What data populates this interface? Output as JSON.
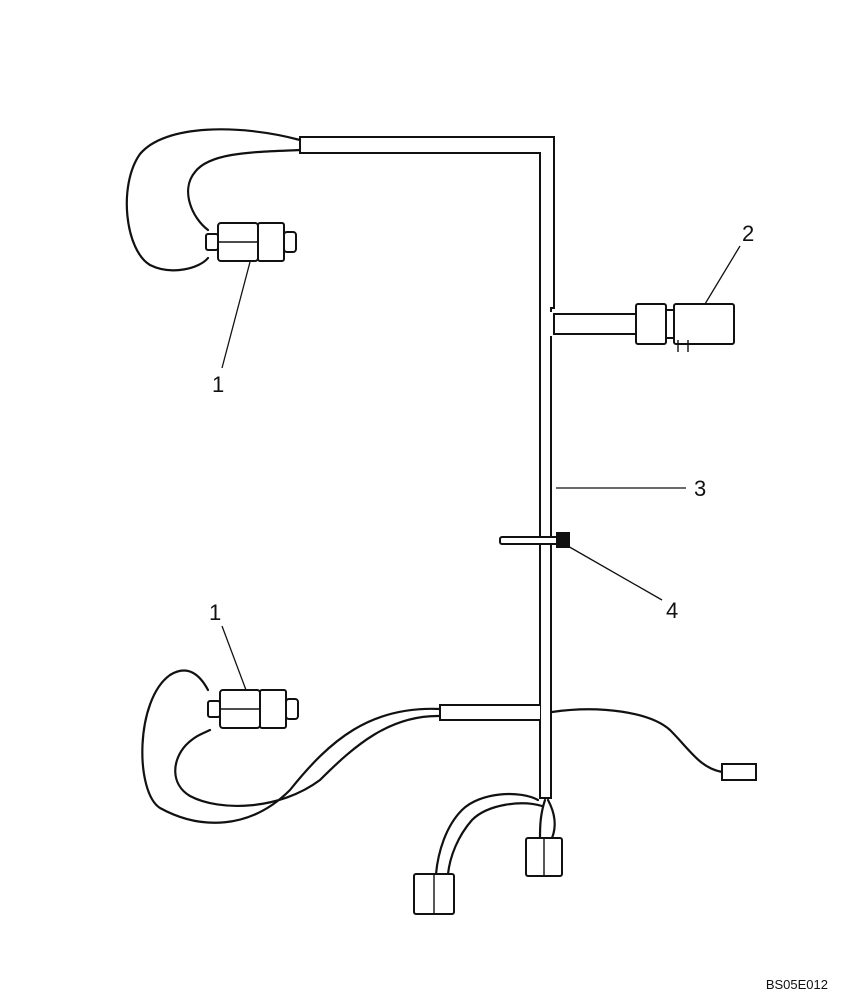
{
  "callouts": [
    {
      "id": "c1a",
      "label": "1"
    },
    {
      "id": "c2",
      "label": "2"
    },
    {
      "id": "c3",
      "label": "3"
    },
    {
      "id": "c4",
      "label": "4"
    },
    {
      "id": "c1b",
      "label": "1"
    }
  ],
  "figure_id": "BS05E012"
}
